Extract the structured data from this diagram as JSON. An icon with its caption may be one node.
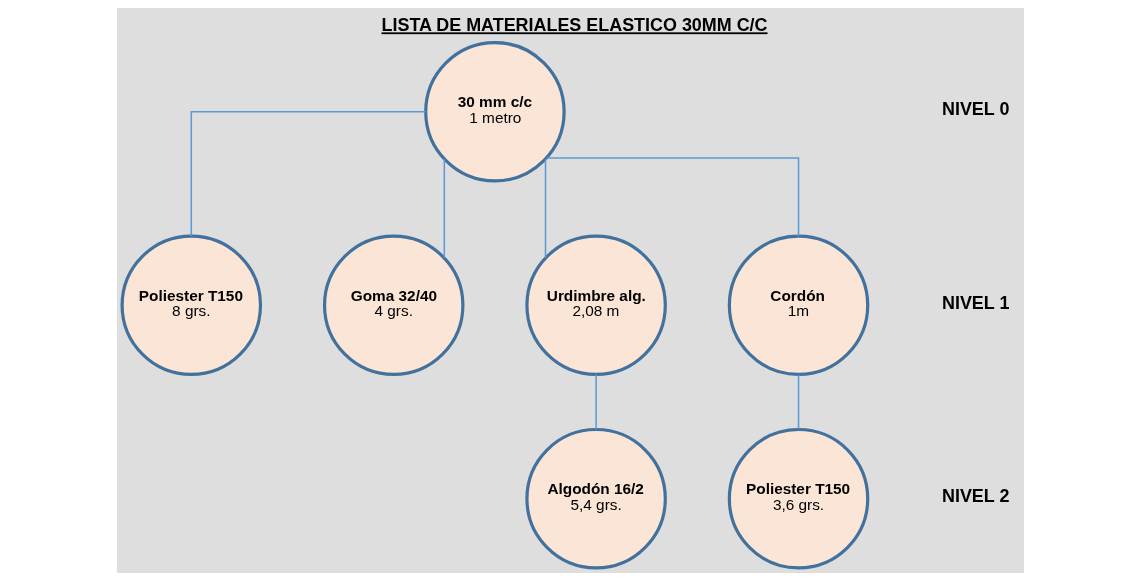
{
  "diagram": {
    "title": "LISTA DE MATERIALES ELASTICO 30MM C/C",
    "nodes": [
      {
        "text": [
          "30 mm c/c",
          "1 metro"
        ]
      },
      {
        "text": [
          "Poliester T150",
          "8 grs."
        ]
      },
      {
        "text": [
          "Goma 32/40",
          "4 grs."
        ]
      },
      {
        "text": [
          "Urdimbre alg.",
          "2,08 m"
        ]
      },
      {
        "text": [
          "Cordón",
          "1m"
        ]
      },
      {
        "text": [
          "Algodón 16/2",
          "5,4 grs."
        ]
      },
      {
        "text": [
          "Poliester T150",
          "3,6 grs."
        ]
      }
    ],
    "edges": [
      {
        "from": 0,
        "to": 1,
        "arrow": "none"
      },
      {
        "from": 0,
        "to": 2,
        "arrow": "none"
      },
      {
        "from": 0,
        "to": 3,
        "arrow": "none"
      },
      {
        "from": 0,
        "to": 4,
        "arrow": "none"
      },
      {
        "from": 3,
        "to": 5,
        "arrow": "none"
      },
      {
        "from": 4,
        "to": 6,
        "arrow": "none"
      }
    ],
    "labels": [
      "NIVEL 0",
      "NIVEL 1",
      "NIVEL 2"
    ]
  }
}
